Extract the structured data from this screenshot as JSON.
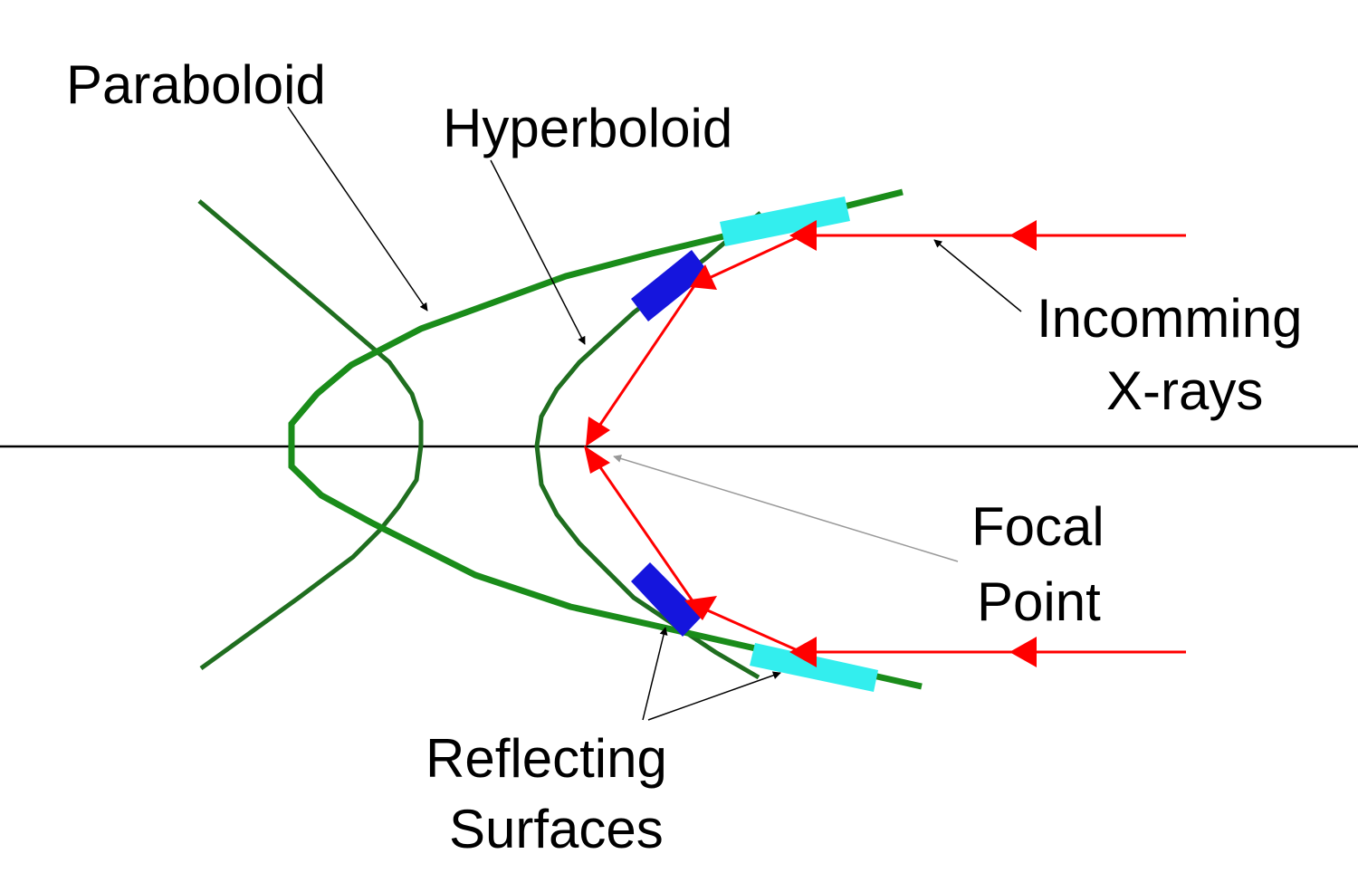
{
  "labels": {
    "paraboloid": "Paraboloid",
    "hyperboloid": "Hyperboloid",
    "incoming_line1": "Incomming",
    "incoming_line2": "X-rays",
    "focal_line1": "Focal",
    "focal_line2": "Point",
    "reflecting_line1": "Reflecting",
    "reflecting_line2": "Surfaces"
  },
  "colors": {
    "paraboloid_curve": "#1a8c1a",
    "hyperboloid_curve": "#1f6e1f",
    "xray": "#ff0000",
    "paraboloid_segment": "#33eeee",
    "hyperboloid_segment": "#1515dd",
    "axis": "#000000",
    "pointer": "#000000",
    "focal_pointer": "#999999"
  }
}
